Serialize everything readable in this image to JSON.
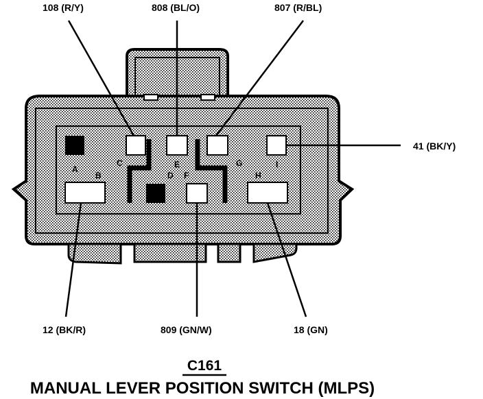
{
  "connector": {
    "id": "C161",
    "name": "MANUAL LEVER POSITION SWITCH (MLPS)"
  },
  "wires": {
    "w108": "108 (R/Y)",
    "w808": "808 (BL/O)",
    "w807": "807 (R/BL)",
    "w41": "41 (BK/Y)",
    "w12": "12 (BK/R)",
    "w809": "809 (GN/W)",
    "w18": "18 (GN)"
  },
  "pins": [
    "A",
    "B",
    "C",
    "D",
    "E",
    "F",
    "G",
    "H",
    "I"
  ],
  "colors": {
    "ink": "#000000",
    "housing_fill": "#d6d6d6",
    "paper": "#ffffff"
  }
}
